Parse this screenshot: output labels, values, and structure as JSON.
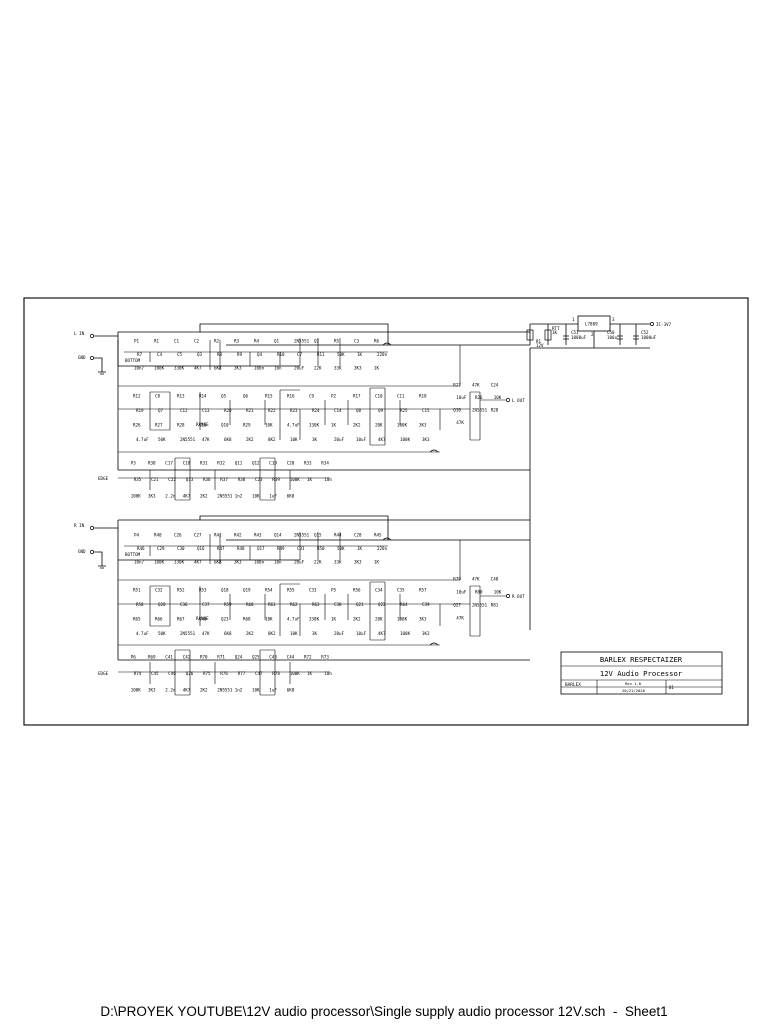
{
  "footer": {
    "path": "D:\\PROYEK YOUTUBE\\12V audio processor\\Single supply audio processor 12V.sch",
    "separator": "-",
    "sheet": "Sheet1"
  },
  "title_block": {
    "company": "BARLEX RESPECTAIZER",
    "title": "12V Audio Processor",
    "author": "BARLEX",
    "revision": "Rev 1.0",
    "date": "20/21/2020",
    "sheet_no": "01"
  },
  "regulator": {
    "part": "L7809",
    "output": "IC-3V7",
    "labels": [
      "C51",
      "1000uF",
      "C50",
      "100u",
      "C52",
      "1000uF",
      "R1",
      "12V",
      "RTT",
      "1K",
      "1",
      "2",
      "3"
    ]
  },
  "ports": {
    "left_in": "L IN",
    "right_in": "R IN",
    "gnd_1": "GND",
    "gnd_2": "GND",
    "left_out": "L OUT",
    "right_out": "R OUT",
    "bottom_1": "BOTTOM",
    "bottom_2": "BOTTOM",
    "edge_1": "EDGE",
    "edge_2": "EDGE",
    "range_1": "RANGE",
    "range_2": "RANGE"
  },
  "channel_L": {
    "row1": [
      "P1",
      "R1",
      "C1",
      "C2",
      "R2",
      "R3",
      "R4",
      "Q1",
      "2N5551",
      "Q2",
      "R5",
      "C3",
      "R6",
      "R7",
      "C4",
      "C5",
      "Q3",
      "R8",
      "R9",
      "Q4",
      "R10",
      "C7",
      "R11",
      "50K",
      "1K",
      "220n",
      "10n/",
      "100K",
      "330K",
      "4K7",
      "6K8",
      "3K3",
      "100n",
      "10n",
      "20uF",
      "22K",
      "33K",
      "3K3",
      "1K"
    ],
    "row2": [
      "R12",
      "C8",
      "R13",
      "R14",
      "Q5",
      "Q6",
      "R15",
      "R16",
      "C9",
      "P2",
      "R17",
      "C10",
      "C11",
      "R18",
      "R19",
      "Q7",
      "C12",
      "C13",
      "R20",
      "R21",
      "R22",
      "R23",
      "R24",
      "C14",
      "Q8",
      "Q9",
      "R25",
      "C15",
      "R26",
      "R27",
      "R28",
      "C16",
      "Q10",
      "R29",
      "10K",
      "4.7uF",
      "330K",
      "1K",
      "2K2",
      "20K",
      "100K",
      "3K3",
      "4.7uF",
      "50K",
      "2N5551",
      "47K",
      "6K8",
      "2K2",
      "8K2",
      "10K",
      "3K",
      "20uF",
      "10uF",
      "4K7",
      "100K",
      "3K3"
    ],
    "row3": [
      "P3",
      "R30",
      "C17",
      "C18",
      "R31",
      "R32",
      "Q11",
      "Q12",
      "C19",
      "C20",
      "R33",
      "R34",
      "R35",
      "C21",
      "C22",
      "Q13",
      "R36",
      "R37",
      "R38",
      "C23",
      "R39",
      "100K",
      "1K",
      "10n",
      "100K",
      "3K3",
      "2.2n",
      "4K7",
      "2K2",
      "2N5551",
      "1n2",
      "10K",
      "1uF",
      "6K8"
    ]
  },
  "channel_R": {
    "row1": [
      "P4",
      "R40",
      "C26",
      "C27",
      "R41",
      "R42",
      "R43",
      "Q14",
      "2N5551",
      "Q15",
      "R44",
      "C28",
      "R45",
      "R46",
      "C29",
      "C30",
      "Q16",
      "R47",
      "R48",
      "Q17",
      "R49",
      "C31",
      "R50",
      "50K",
      "1K",
      "220n",
      "10n/",
      "100K",
      "330K",
      "4K7",
      "6K8",
      "3K3",
      "100n",
      "10n",
      "20uF",
      "22K",
      "33K",
      "3K3",
      "1K"
    ],
    "row2": [
      "R51",
      "C32",
      "R52",
      "R53",
      "Q18",
      "Q19",
      "R54",
      "R55",
      "C33",
      "P5",
      "R56",
      "C34",
      "C35",
      "R57",
      "R58",
      "Q20",
      "C36",
      "C37",
      "R59",
      "R60",
      "R61",
      "R62",
      "R63",
      "C38",
      "Q21",
      "Q22",
      "R64",
      "C39",
      "R65",
      "R66",
      "R67",
      "C40",
      "Q23",
      "R68",
      "10K",
      "4.7uF",
      "330K",
      "1K",
      "2K2",
      "20K",
      "100K",
      "3K3",
      "4.7uF",
      "50K",
      "2N5551",
      "47K",
      "6K8",
      "2K2",
      "8K2",
      "10K",
      "3K",
      "20uF",
      "10uF",
      "4K7",
      "100K",
      "3K3"
    ],
    "row3": [
      "P6",
      "R69",
      "C41",
      "C42",
      "R70",
      "R71",
      "Q24",
      "Q25",
      "C43",
      "C44",
      "R72",
      "R73",
      "R74",
      "C45",
      "C46",
      "Q26",
      "R75",
      "R76",
      "R77",
      "C47",
      "R78",
      "100K",
      "1K",
      "10n",
      "100K",
      "3K3",
      "2.2n",
      "4K7",
      "2K2",
      "2N5551",
      "1n2",
      "10K",
      "1uF",
      "6K8"
    ]
  },
  "output_stage_L": [
    "R27",
    "47K",
    "C24",
    "10uF",
    "R26",
    "10K",
    "Q10",
    "2N5551",
    "R28",
    "47K"
  ],
  "output_stage_R": [
    "R79",
    "47K",
    "C48",
    "10uF",
    "R80",
    "10K",
    "Q27",
    "2N5551",
    "R81",
    "47K"
  ]
}
